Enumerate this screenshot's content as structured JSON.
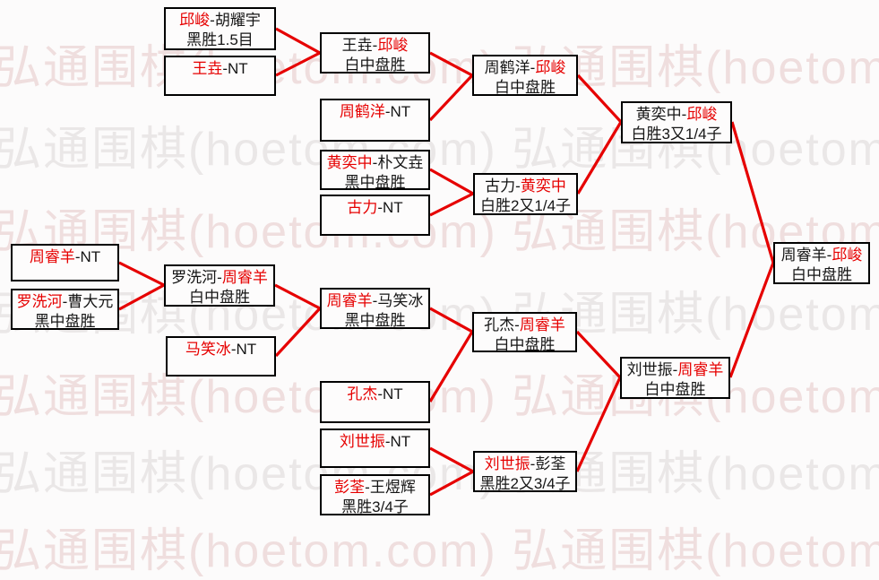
{
  "watermark": {
    "line": "弘通围棋(hoetom.com)  弘通围棋(hoetom.com)"
  },
  "colors": {
    "line_red": "#e60000",
    "winner_name_red": "#e60000",
    "box_border": "#000000",
    "watermark_pink": "#efdede"
  },
  "matches": [
    {
      "pre": "",
      "red": "邱峻",
      "post": "-胡耀宇",
      "result": "黑胜1.5目"
    },
    {
      "pre": "",
      "red": "王垚",
      "post": "-NT",
      "result": ""
    },
    {
      "pre": "王垚-",
      "red": "邱峻",
      "post": "",
      "result": "白中盘胜"
    },
    {
      "pre": "",
      "red": "周鹤洋",
      "post": "-NT",
      "result": ""
    },
    {
      "pre": "周鹤洋-",
      "red": "邱峻",
      "post": "",
      "result": "白中盘胜"
    },
    {
      "pre": "",
      "red": "黄奕中",
      "post": "-朴文垚",
      "result": "黑中盘胜"
    },
    {
      "pre": "",
      "red": "古力",
      "post": "-NT",
      "result": ""
    },
    {
      "pre": "古力-",
      "red": "黄奕中",
      "post": "",
      "result": "白胜2又1/4子"
    },
    {
      "pre": "黄奕中-",
      "red": "邱峻",
      "post": "",
      "result": "白胜3又1/4子"
    },
    {
      "pre": "",
      "red": "周睿羊",
      "post": "-NT",
      "result": ""
    },
    {
      "pre": "",
      "red": "罗洗河",
      "post": "-曹大元",
      "result": "黑中盘胜"
    },
    {
      "pre": "罗洗河-",
      "red": "周睿羊",
      "post": "",
      "result": "白中盘胜"
    },
    {
      "pre": "",
      "red": "马笑冰",
      "post": "-NT",
      "result": ""
    },
    {
      "pre": "",
      "red": "周睿羊",
      "post": "-马笑冰",
      "result": "黑中盘胜"
    },
    {
      "pre": "",
      "red": "孔杰",
      "post": "-NT",
      "result": ""
    },
    {
      "pre": "孔杰-",
      "red": "周睿羊",
      "post": "",
      "result": "白中盘胜"
    },
    {
      "pre": "",
      "red": "刘世振",
      "post": "-NT",
      "result": ""
    },
    {
      "pre": "",
      "red": "彭荃",
      "post": "-王煜辉",
      "result": "黑胜3/4子"
    },
    {
      "pre": "",
      "red": "刘世振",
      "post": "-彭荃",
      "result": "黑胜2又3/4子"
    },
    {
      "pre": "刘世振-",
      "red": "周睿羊",
      "post": "",
      "result": "白中盘胜"
    },
    {
      "pre": "周睿羊-",
      "red": "邱峻",
      "post": "",
      "result": "白中盘胜"
    }
  ]
}
